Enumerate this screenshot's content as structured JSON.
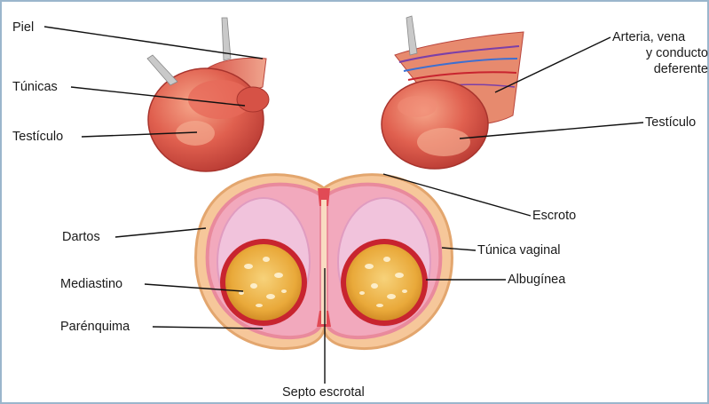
{
  "labels": {
    "piel": "Piel",
    "tunicas": "Túnicas",
    "testiculo_left": "Testículo",
    "arteria_line1": "Arteria, vena",
    "arteria_line2": "y conducto",
    "arteria_line3": "deferente",
    "testiculo_right": "Testículo",
    "escroto": "Escroto",
    "dartos": "Dartos",
    "tunica_vaginal": "Túnica vaginal",
    "mediastino": "Mediastino",
    "albuginea": "Albugínea",
    "parenquima": "Parénquima",
    "septo_escrotal": "Septo escrotal"
  },
  "colors": {
    "frame_border": "#9bb6cc",
    "leader_line": "#111111",
    "scrotum_outer": "#f6c79a",
    "scrotum_edge": "#e3a66e",
    "dartos_pink": "#e98a9c",
    "vaginal_lilac": "#f1c3dc",
    "albuginea_red": "#c8242f",
    "parenchyma_yellow": "#e8a93a",
    "testis_red": "#d9534a",
    "testis_highlight": "#f39a7e"
  },
  "icons": {
    "clip_left": "surgical-clip-icon",
    "clip_right": "surgical-clip-icon"
  }
}
